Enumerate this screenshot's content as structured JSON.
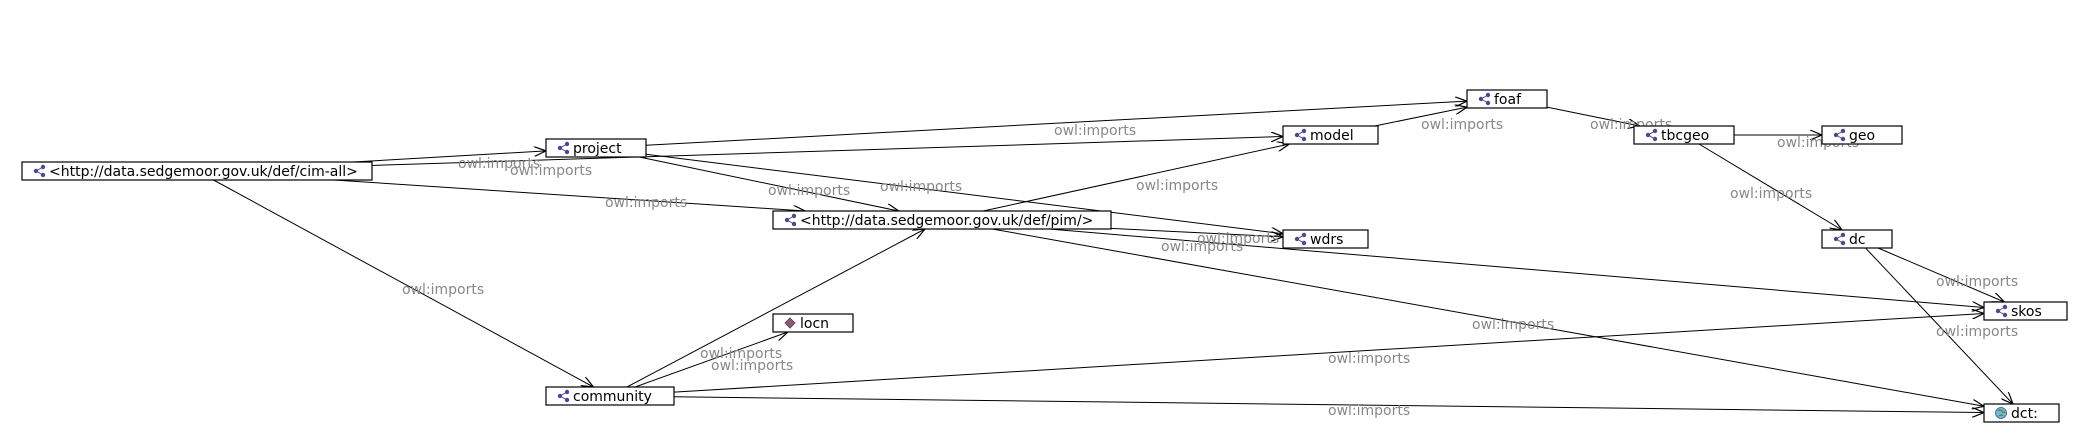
{
  "nodes": [
    {
      "id": "cim-all",
      "label": "<http://data.sedgemoor.gov.uk/def/cim-all>",
      "icon": "ontology-icon"
    },
    {
      "id": "project",
      "label": "project",
      "icon": "ontology-icon"
    },
    {
      "id": "pim",
      "label": "<http://data.sedgemoor.gov.uk/def/pim/>",
      "icon": "ontology-icon"
    },
    {
      "id": "locn",
      "label": "locn",
      "icon": "individual-diamond-icon"
    },
    {
      "id": "community",
      "label": "community",
      "icon": "ontology-icon"
    },
    {
      "id": "model",
      "label": "model",
      "icon": "ontology-icon"
    },
    {
      "id": "wdrs",
      "label": "wdrs",
      "icon": "ontology-icon"
    },
    {
      "id": "foaf",
      "label": "foaf",
      "icon": "ontology-icon"
    },
    {
      "id": "tbcgeo",
      "label": "tbcgeo",
      "icon": "ontology-icon"
    },
    {
      "id": "geo",
      "label": "geo",
      "icon": "ontology-icon"
    },
    {
      "id": "dc",
      "label": "dc",
      "icon": "ontology-icon"
    },
    {
      "id": "skos",
      "label": "skos",
      "icon": "ontology-icon"
    },
    {
      "id": "dct",
      "label": "dct:",
      "icon": "globe-icon"
    }
  ],
  "edges": [
    {
      "from": "cim-all",
      "to": "project",
      "label": "owl:imports"
    },
    {
      "from": "cim-all",
      "to": "pim",
      "label": "owl:imports"
    },
    {
      "from": "cim-all",
      "to": "community",
      "label": "owl:imports"
    },
    {
      "from": "cim-all",
      "to": "model",
      "label": "owl:imports"
    },
    {
      "from": "project",
      "to": "foaf",
      "label": ""
    },
    {
      "from": "project",
      "to": "pim",
      "label": "owl:imports"
    },
    {
      "from": "project",
      "to": "wdrs",
      "label": "owl:imports"
    },
    {
      "from": "community",
      "to": "locn",
      "label": "owl:imports"
    },
    {
      "from": "community",
      "to": "pim",
      "label": "owl:imports"
    },
    {
      "from": "community",
      "to": "skos",
      "label": "owl:imports"
    },
    {
      "from": "community",
      "to": "dct",
      "label": "owl:imports"
    },
    {
      "from": "pim",
      "to": "model",
      "label": "owl:imports"
    },
    {
      "from": "pim",
      "to": "wdrs",
      "label": "owl:imports"
    },
    {
      "from": "pim",
      "to": "skos",
      "label": "owl:imports"
    },
    {
      "from": "pim",
      "to": "dct",
      "label": "owl:imports"
    },
    {
      "from": "model",
      "to": "foaf",
      "label": "owl:imports"
    },
    {
      "from": "foaf",
      "to": "tbcgeo",
      "label": "owl:imports"
    },
    {
      "from": "tbcgeo",
      "to": "geo",
      "label": "owl:imports"
    },
    {
      "from": "tbcgeo",
      "to": "dc",
      "label": "owl:imports"
    },
    {
      "from": "dc",
      "to": "skos",
      "label": "owl:imports"
    },
    {
      "from": "dc",
      "to": "dct",
      "label": "owl:imports"
    }
  ],
  "colors": {
    "ontology_icon": "#4a4a8a",
    "individual_icon": "#8a5a7a",
    "globe_icon_fill": "#7fb3d5",
    "edge_label": "#888888"
  }
}
